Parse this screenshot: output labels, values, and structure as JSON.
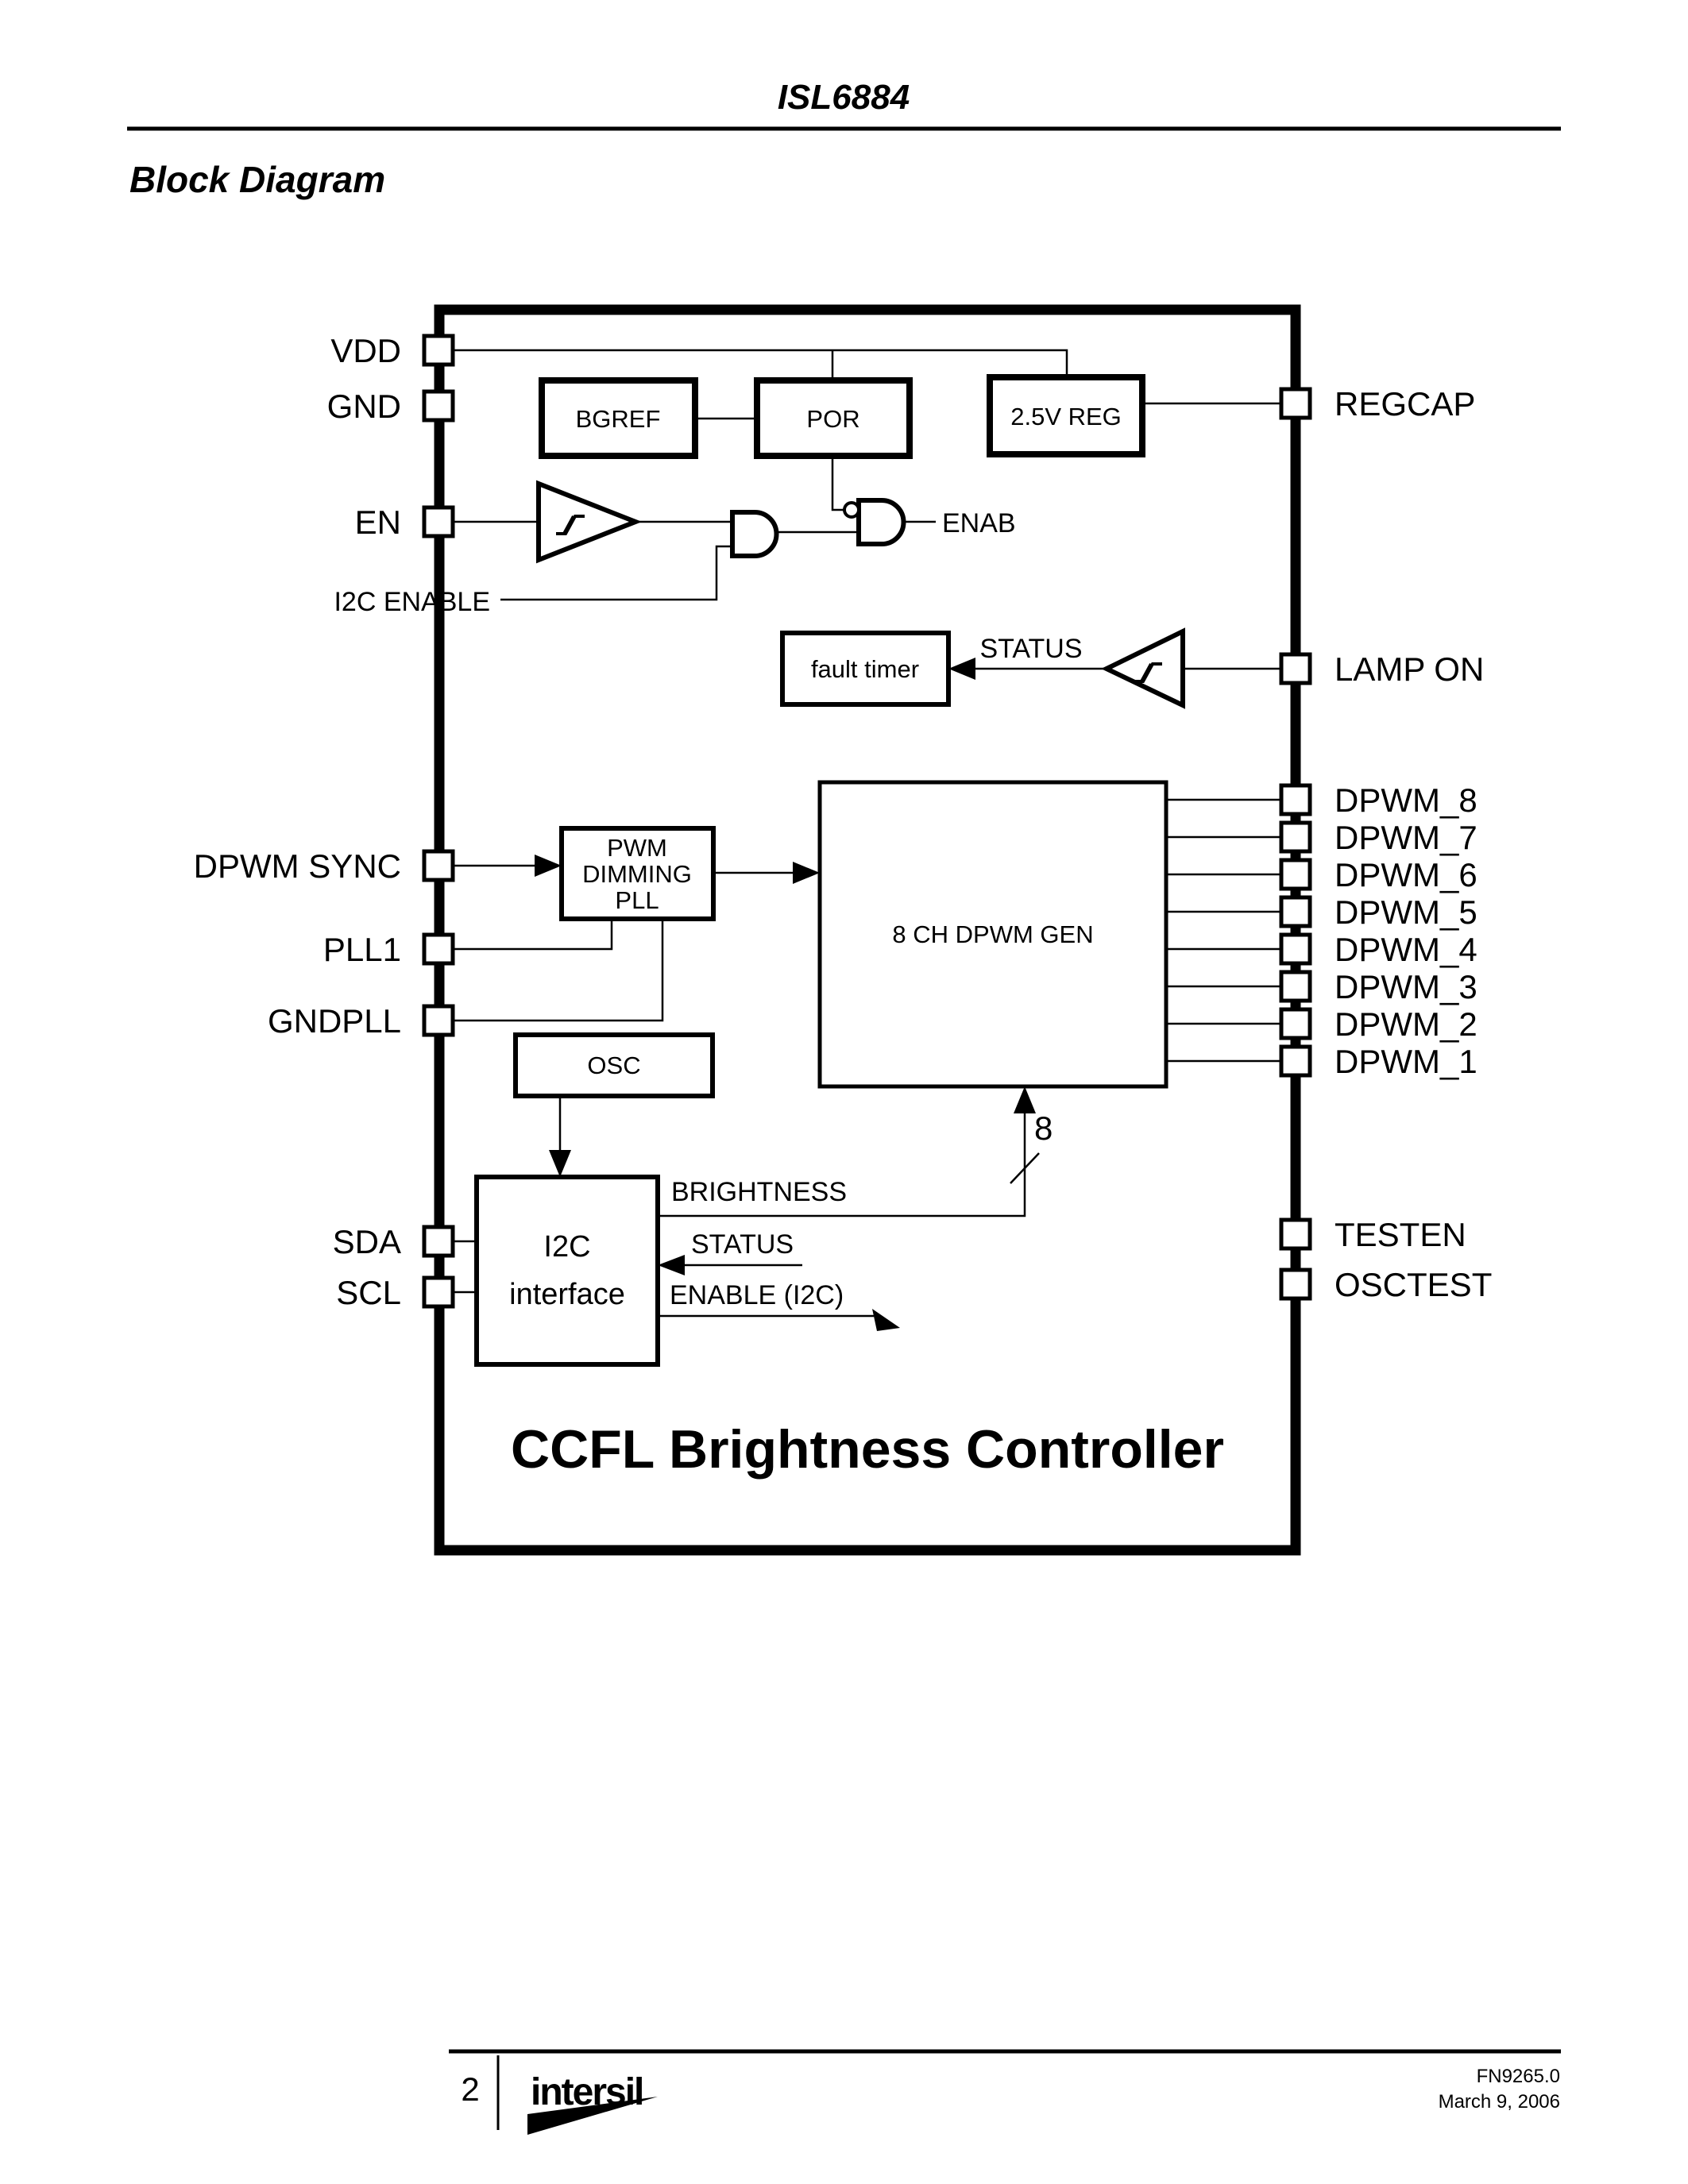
{
  "header": {
    "title": "ISL6884",
    "section": "Block Diagram"
  },
  "diagram": {
    "title": "CCFL Brightness Controller",
    "pins": {
      "left": [
        {
          "label": "VDD"
        },
        {
          "label": "GND"
        },
        {
          "label": "EN"
        },
        {
          "label": "DPWM SYNC"
        },
        {
          "label": "PLL1"
        },
        {
          "label": "GNDPLL"
        },
        {
          "label": "SDA"
        },
        {
          "label": "SCL"
        }
      ],
      "right": [
        {
          "label": "REGCAP"
        },
        {
          "label": "LAMP ON"
        },
        {
          "label": "DPWM_8"
        },
        {
          "label": "DPWM_7"
        },
        {
          "label": "DPWM_6"
        },
        {
          "label": "DPWM_5"
        },
        {
          "label": "DPWM_4"
        },
        {
          "label": "DPWM_3"
        },
        {
          "label": "DPWM_2"
        },
        {
          "label": "DPWM_1"
        },
        {
          "label": "TESTEN"
        },
        {
          "label": "OSCTEST"
        }
      ]
    },
    "blocks": {
      "bgref": "BGREF",
      "por": "POR",
      "reg25": "2.5V REG",
      "fault_timer": "fault timer",
      "pwm_pll_line1": "PWM",
      "pwm_pll_line2": "DIMMING",
      "pwm_pll_line3": "PLL",
      "dpwm_gen": "8 CH DPWM GEN",
      "osc": "OSC",
      "i2c_line1": "I2C",
      "i2c_line2": "interface"
    },
    "signals": {
      "i2c_enable": "I2C ENABLE",
      "enab": "ENAB",
      "status_top": "STATUS",
      "brightness": "BRIGHTNESS",
      "status_bottom": "STATUS",
      "enable_i2c": "ENABLE (I2C)",
      "bus_width": "8"
    }
  },
  "footer": {
    "page_number": "2",
    "logo": "intersil",
    "doc_number": "FN9265.0",
    "date": "March 9, 2006"
  },
  "colors": {
    "ink": "#000000",
    "paper": "#ffffff"
  }
}
